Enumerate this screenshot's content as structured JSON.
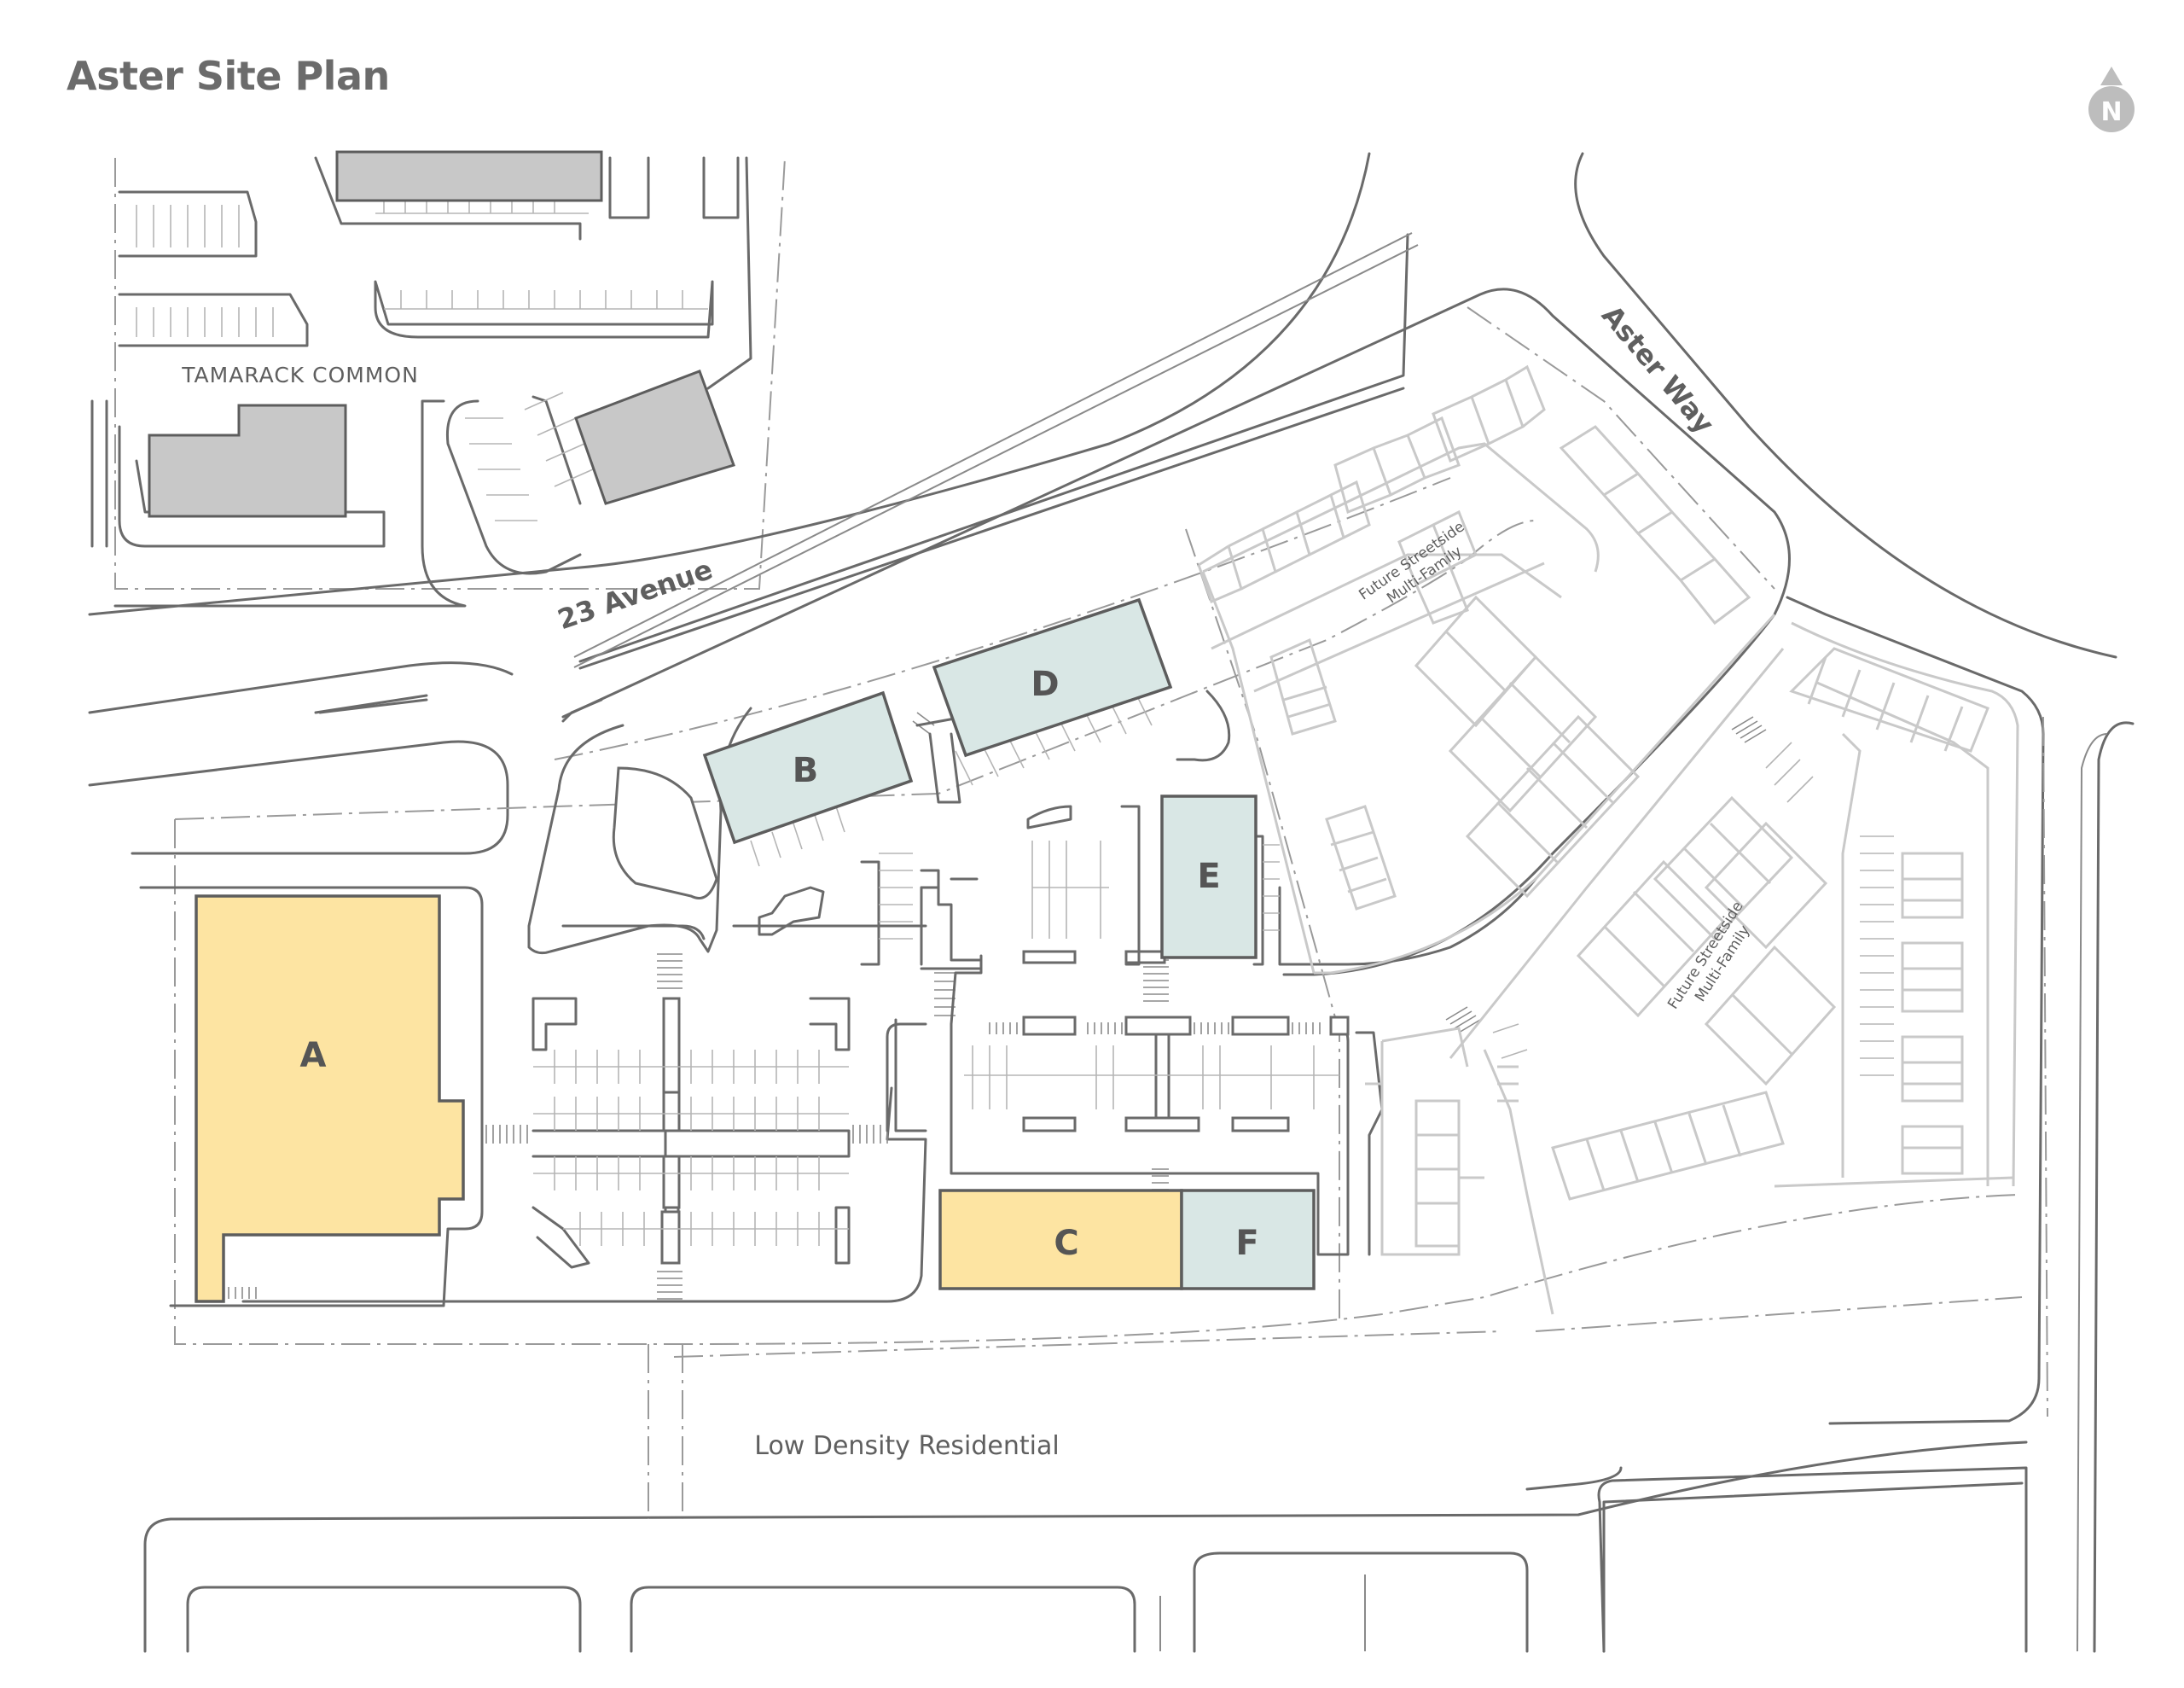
{
  "title": "Aster Site Plan",
  "north_arrow": {
    "label": "N",
    "icon": "north-arrow-icon"
  },
  "roads": {
    "avenue": "23 Avenue",
    "way": "Aster Way"
  },
  "areas": {
    "tamarack": "TAMARACK COMMON",
    "low_density": "Low Density Residential",
    "future_1": {
      "line1": "Future Streetside",
      "line2": "Multi-Family"
    },
    "future_2": {
      "line1": "Future Streetside",
      "line2": "Multi-Family"
    }
  },
  "buildings": [
    {
      "id": "A",
      "label": "A",
      "fill": "#fde4a2",
      "stroke": "#5d5d5d"
    },
    {
      "id": "B",
      "label": "B",
      "fill": "#d9e7e5",
      "stroke": "#5d5d5d"
    },
    {
      "id": "C",
      "label": "C",
      "fill": "#fde4a2",
      "stroke": "#5d5d5d"
    },
    {
      "id": "D",
      "label": "D",
      "fill": "#d9e7e5",
      "stroke": "#5d5d5d"
    },
    {
      "id": "E",
      "label": "E",
      "fill": "#d9e7e5",
      "stroke": "#5d5d5d"
    },
    {
      "id": "F",
      "label": "F",
      "fill": "#d9e7e5",
      "stroke": "#5d5d5d"
    }
  ],
  "colors": {
    "existing_building": "#c8c8c8",
    "available": "#fde4a2",
    "leased": "#d9e7e5",
    "text": "#6b6b6b"
  }
}
